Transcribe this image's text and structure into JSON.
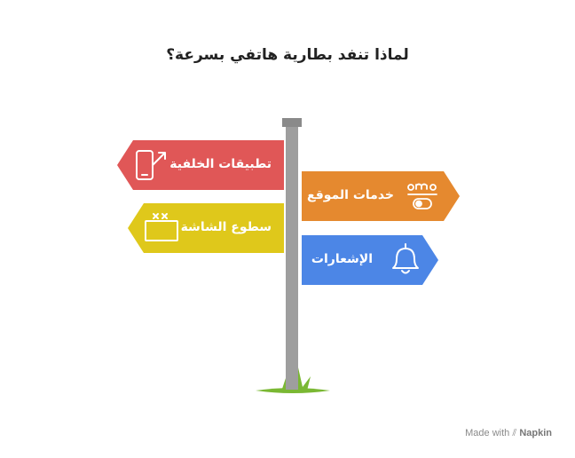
{
  "title": "لماذا تنفد بطارية هاتفي بسرعة؟",
  "signs": [
    {
      "label": "تطبيقات الخلفية",
      "color": "#e05757",
      "icon": "phone-arrow-icon"
    },
    {
      "label": "خدمات الموقع",
      "color": "#e5892f",
      "icon": "location-toggle-icon"
    },
    {
      "label": "سطوع الشاشة",
      "color": "#dfc81b",
      "icon": "screen-brightness-icon"
    },
    {
      "label": "الإشعارات",
      "color": "#4c86e6",
      "icon": "bell-icon"
    }
  ],
  "footer": {
    "made_with": "Made with",
    "brand": "Napkin"
  }
}
